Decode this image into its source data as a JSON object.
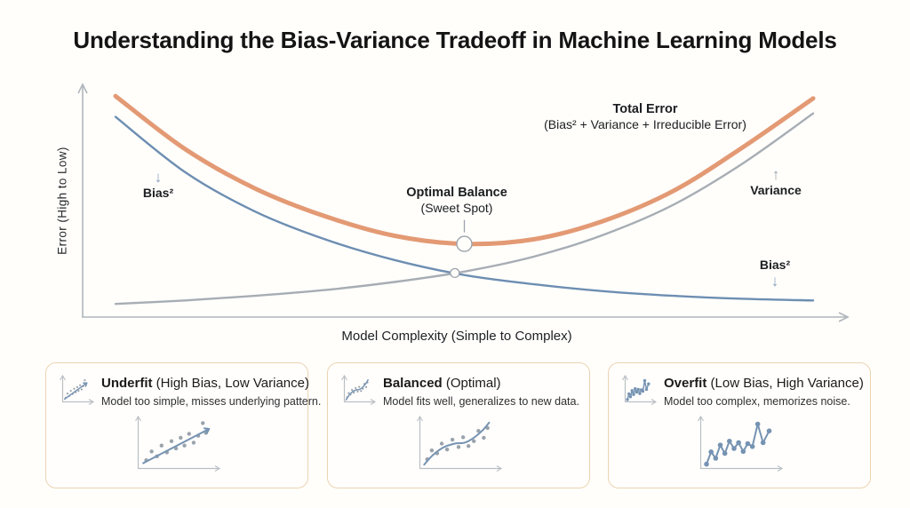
{
  "title": "Understanding the Bias-Variance Tradeoff in Machine Learning Models",
  "chart_data": {
    "type": "line",
    "title": "Understanding the Bias-Variance Tradeoff in Machine Learning Models",
    "xlabel": "Model Complexity (Simple to Complex)",
    "ylabel": "Error (High to Low)",
    "x": [
      0,
      0.1,
      0.2,
      0.3,
      0.4,
      0.5,
      0.6,
      0.7,
      0.8,
      0.9,
      1.0
    ],
    "xlim": [
      0,
      1
    ],
    "ylim": [
      0,
      1
    ],
    "grid": false,
    "legend": "inline-annotations",
    "series": [
      {
        "key": "total",
        "name": "Total Error",
        "formula": "(Bias² + Variance + Irreducible Error)",
        "color": "#E39A74",
        "values": [
          0.93,
          0.7,
          0.53,
          0.41,
          0.325,
          0.29,
          0.31,
          0.39,
          0.52,
          0.71,
          0.92
        ]
      },
      {
        "key": "bias",
        "name": "Bias²",
        "color": "#6D8EB2",
        "values": [
          0.84,
          0.6,
          0.43,
          0.31,
          0.22,
          0.155,
          0.115,
          0.085,
          0.065,
          0.052,
          0.045
        ]
      },
      {
        "key": "variance",
        "name": "Variance",
        "color": "#A7ADB4",
        "values": [
          0.03,
          0.045,
          0.065,
          0.09,
          0.125,
          0.17,
          0.235,
          0.33,
          0.46,
          0.64,
          0.855
        ]
      }
    ],
    "annotations": {
      "total_error_title": "Total Error",
      "total_error_sub": "(Bias² + Variance + Irreducible Error)",
      "optimal_title": "Optimal Balance",
      "optimal_sub": "(Sweet Spot)",
      "bias_label_left": "Bias²",
      "variance_label": "Variance",
      "bias_label_right": "Bias²",
      "down_arrow": "↓",
      "up_arrow": "↑"
    }
  },
  "cards": [
    {
      "title": "Underfit",
      "qualifier": "(High Bias, Low Variance)",
      "description": "Model too simple, misses underlying pattern.",
      "icon": "scatter-with-linear-fit-icon",
      "fit": {
        "type": "linear",
        "arrow_end": true,
        "line": [
          [
            0.06,
            0.1
          ],
          [
            0.92,
            0.8
          ]
        ],
        "dots": [
          [
            0.1,
            0.16
          ],
          [
            0.17,
            0.34
          ],
          [
            0.24,
            0.24
          ],
          [
            0.3,
            0.46
          ],
          [
            0.37,
            0.32
          ],
          [
            0.43,
            0.55
          ],
          [
            0.49,
            0.4
          ],
          [
            0.55,
            0.62
          ],
          [
            0.6,
            0.46
          ],
          [
            0.66,
            0.7
          ],
          [
            0.72,
            0.52
          ],
          [
            0.78,
            0.66
          ],
          [
            0.84,
            0.92
          ],
          [
            0.88,
            0.72
          ]
        ]
      }
    },
    {
      "title": "Balanced",
      "qualifier": "(Optimal)",
      "description": "Model fits well, generalizes to new data.",
      "icon": "scatter-with-smooth-curve-icon",
      "fit": {
        "type": "smooth",
        "arrow_end": false,
        "line": [
          [
            0.05,
            0.07
          ],
          [
            0.16,
            0.26
          ],
          [
            0.3,
            0.42
          ],
          [
            0.45,
            0.5
          ],
          [
            0.58,
            0.52
          ],
          [
            0.7,
            0.62
          ],
          [
            0.82,
            0.78
          ],
          [
            0.9,
            0.93
          ]
        ],
        "dots": [
          [
            0.09,
            0.18
          ],
          [
            0.15,
            0.36
          ],
          [
            0.22,
            0.3
          ],
          [
            0.28,
            0.5
          ],
          [
            0.35,
            0.38
          ],
          [
            0.42,
            0.58
          ],
          [
            0.5,
            0.43
          ],
          [
            0.56,
            0.63
          ],
          [
            0.63,
            0.45
          ],
          [
            0.7,
            0.55
          ],
          [
            0.76,
            0.76
          ],
          [
            0.83,
            0.62
          ],
          [
            0.88,
            0.82
          ]
        ]
      }
    },
    {
      "title": "Overfit",
      "qualifier": "(Low Bias, High Variance)",
      "description": "Model too complex, memorizes noise.",
      "icon": "jagged-zigzag-line-icon",
      "fit": {
        "type": "zigzag",
        "arrow_end": false,
        "line": [
          [
            0.07,
            0.08
          ],
          [
            0.13,
            0.33
          ],
          [
            0.19,
            0.2
          ],
          [
            0.25,
            0.47
          ],
          [
            0.31,
            0.3
          ],
          [
            0.37,
            0.55
          ],
          [
            0.43,
            0.4
          ],
          [
            0.49,
            0.52
          ],
          [
            0.55,
            0.34
          ],
          [
            0.61,
            0.5
          ],
          [
            0.67,
            0.44
          ],
          [
            0.74,
            0.9
          ],
          [
            0.81,
            0.52
          ],
          [
            0.89,
            0.76
          ]
        ],
        "dots": []
      }
    }
  ]
}
